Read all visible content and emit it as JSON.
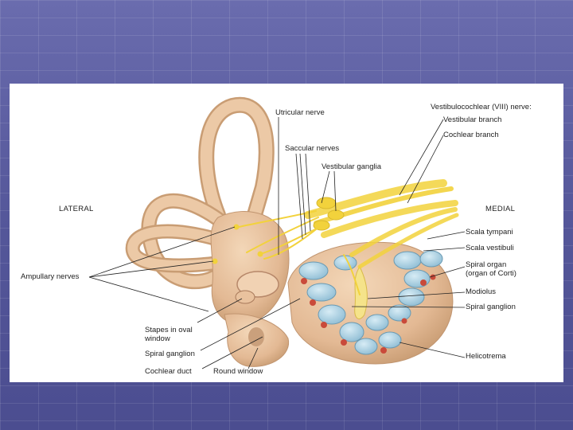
{
  "labels": {
    "lateral": "LATERAL",
    "medial": "MEDIAL",
    "utricular_nerve": "Utricular nerve",
    "saccular_nerves": "Saccular nerves",
    "vestibular_ganglia": "Vestibular ganglia",
    "vestibulocochlear_nerve": "Vestibulocochlear (VIII) nerve:",
    "vestibular_branch": "Vestibular branch",
    "cochlear_branch": "Cochlear branch",
    "ampullary_nerves": "Ampullary nerves",
    "scala_tympani": "Scala tympani",
    "scala_vestibuli": "Scala vestibuli",
    "spiral_organ_line1": "Spiral organ",
    "spiral_organ_line2": "(organ of Corti)",
    "modiolus": "Modiolus",
    "spiral_ganglion_right": "Spiral ganglion",
    "stapes_line1": "Stapes in oval",
    "stapes_line2": "window",
    "spiral_ganglion_left": "Spiral ganglion",
    "cochlear_duct": "Cochlear duct",
    "round_window": "Round window",
    "helicotrema": "Helicotrema"
  },
  "colors": {
    "background": "#5a5c9c",
    "bone": "#e8c4a0",
    "bone_shade": "#c99d74",
    "nerve": "#f2d23c",
    "duct": "#a9cde0",
    "membrane": "#c94a3a"
  }
}
